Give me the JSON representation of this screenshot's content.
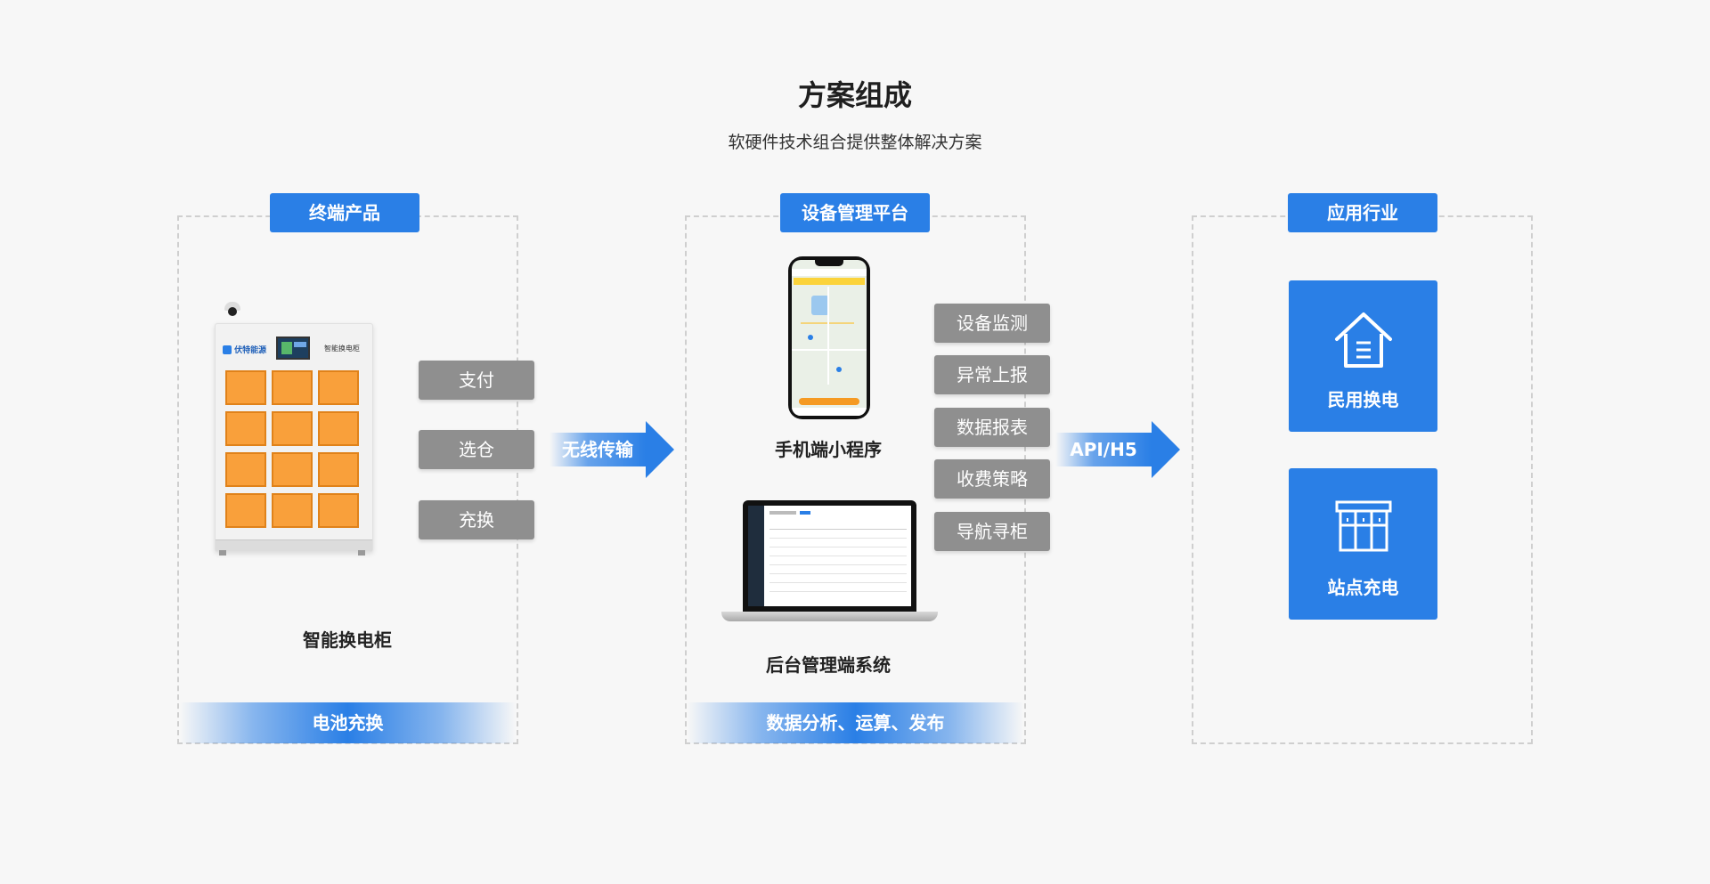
{
  "header": {
    "title": "方案组成",
    "subtitle": "软硬件技术组合提供整体解决方案"
  },
  "terminal": {
    "tag": "终端产品",
    "caption": "智能换电柜",
    "footer": "电池充换",
    "buttons": [
      "支付",
      "选仓",
      "充换"
    ],
    "cabinet_brand": "伏特能源",
    "cabinet_name": "智能换电柜"
  },
  "arrow1": {
    "label": "无线传输"
  },
  "platform": {
    "tag": "设备管理平台",
    "phone_caption": "手机端小程序",
    "laptop_caption": "后台管理端系统",
    "footer": "数据分析、运算、发布",
    "buttons": [
      "设备监测",
      "异常上报",
      "数据报表",
      "收费策略",
      "导航寻柜"
    ]
  },
  "arrow2": {
    "label": "API/H5"
  },
  "industry": {
    "tag": "应用行业",
    "cards": [
      {
        "label": "民用换电",
        "icon": "house-icon"
      },
      {
        "label": "站点充电",
        "icon": "station-icon"
      }
    ]
  },
  "colors": {
    "accent": "#2a7fe6",
    "gray_button": "#8f8f8f",
    "battery_slot": "#f9a03b"
  }
}
